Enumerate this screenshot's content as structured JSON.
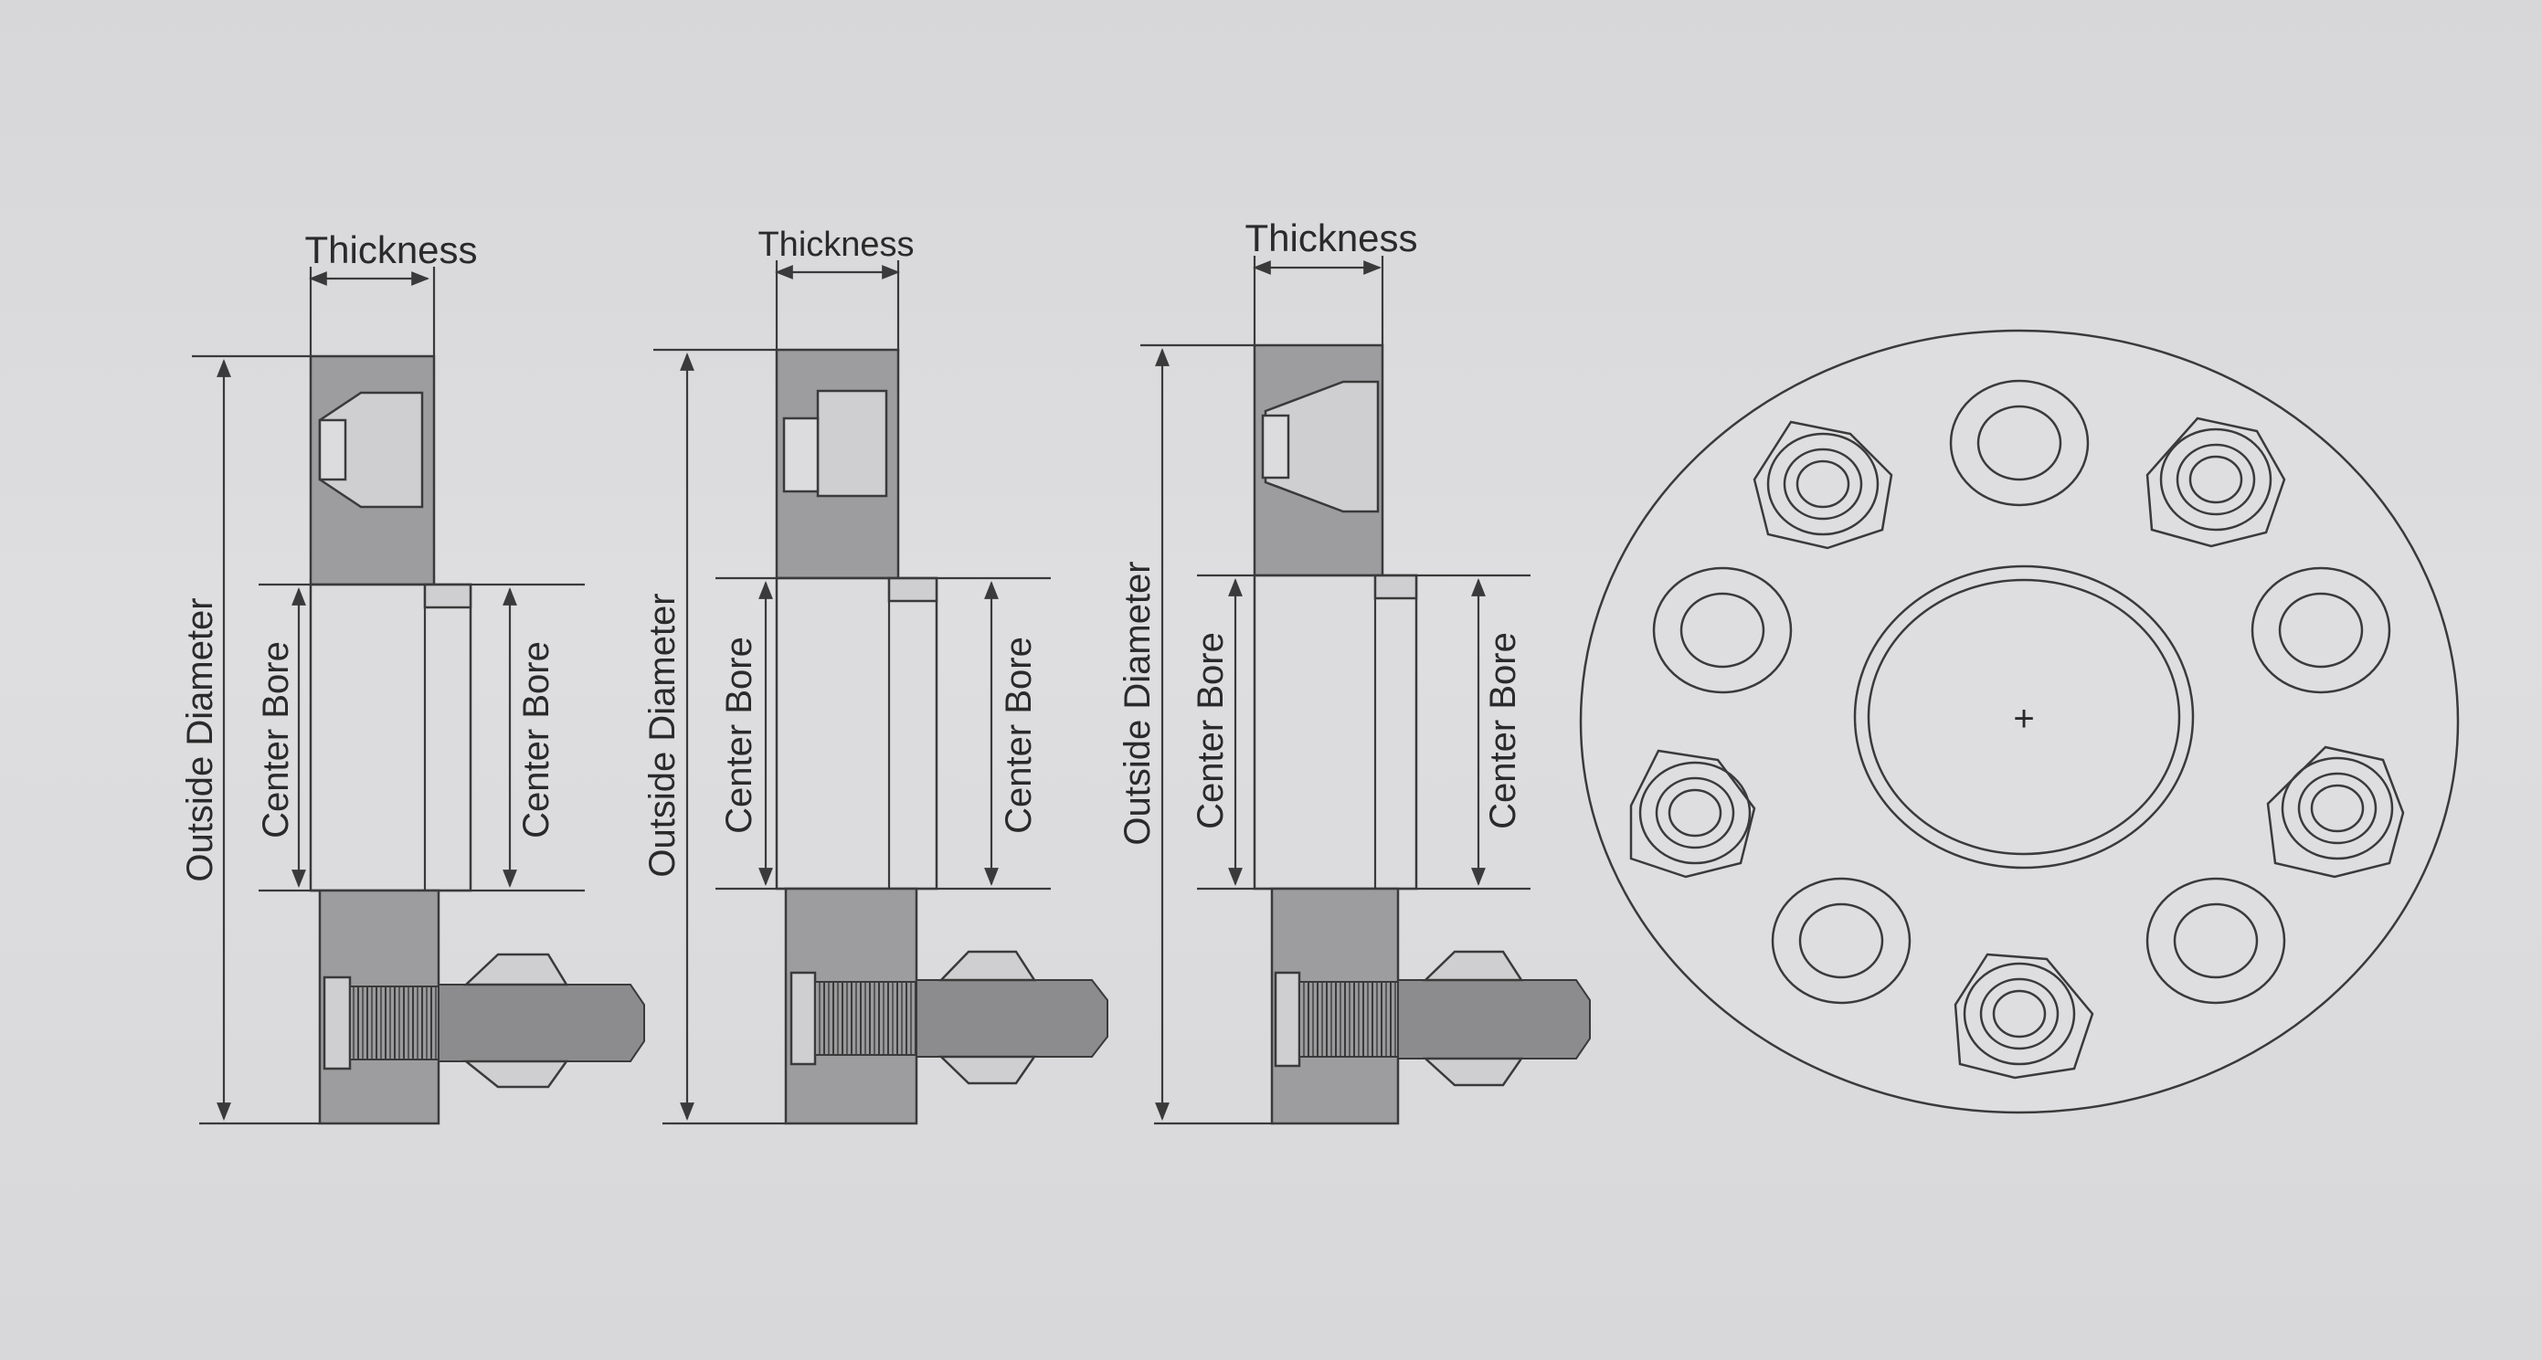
{
  "labels": {
    "thickness": "Thickness",
    "outside_diameter": "Outside Diameter",
    "center_bore": "Center Bore",
    "center_mark": "+"
  }
}
